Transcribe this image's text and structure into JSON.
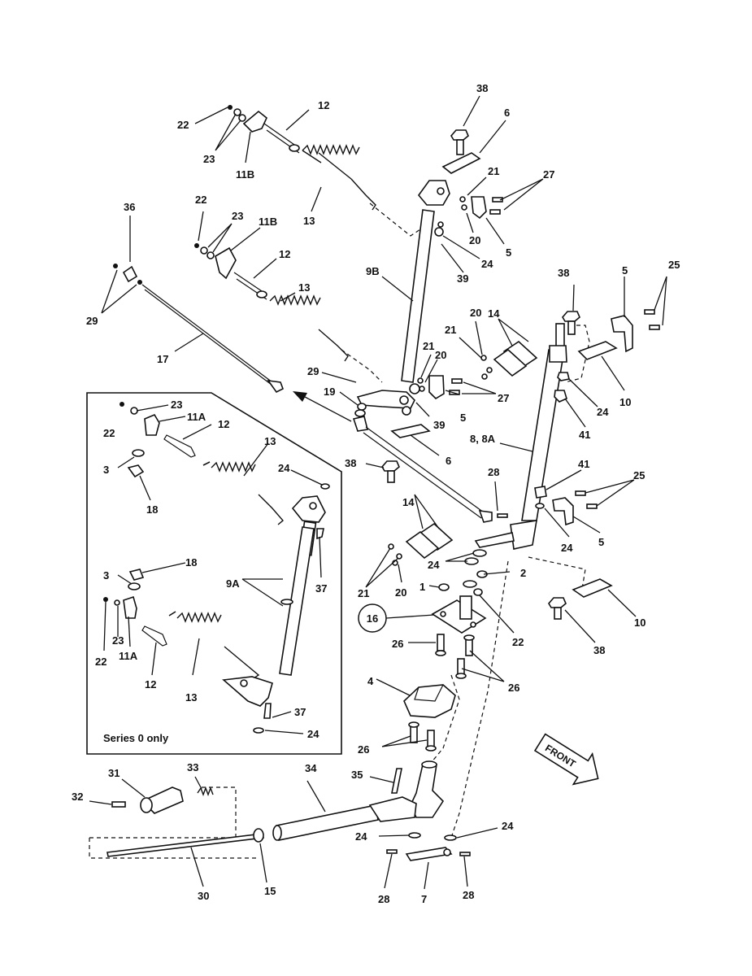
{
  "inset": {
    "caption": "Series 0 only"
  },
  "front": {
    "label": "FRONT"
  },
  "callout16": "16",
  "labels": {
    "l38a": "38",
    "l6a": "6",
    "l21a": "21",
    "l27a": "27",
    "l20a": "20",
    "l5a": "5",
    "l24a": "24",
    "l39a": "39",
    "l22a": "22",
    "l23a": "23",
    "l11Ba": "11B",
    "l12a": "12",
    "l13a": "13",
    "l22b": "22",
    "l23b": "23",
    "l11Bb": "11B",
    "l12b": "12",
    "l13b": "13",
    "l36": "36",
    "l29a": "29",
    "l9B": "9B",
    "l17": "17",
    "l29b": "29",
    "l19": "19",
    "l21b": "21",
    "l20b": "20",
    "l27b": "27",
    "l5b": "5",
    "l39b": "39",
    "l6b": "6",
    "l20c": "20",
    "l14a": "14",
    "l21c": "21",
    "l38b": "38",
    "l5c": "5",
    "l25a": "25",
    "l10a": "10",
    "l24b": "24",
    "l41a": "41",
    "l88A": "8, 8A",
    "l38c": "38",
    "l28a": "28",
    "l41b": "41",
    "l25b": "25",
    "l24c": "24",
    "l5d": "5",
    "l14b": "14",
    "l24d": "24",
    "l21d": "21",
    "l20d": "20",
    "l2": "2",
    "l1": "1",
    "l22c": "22",
    "l10b": "10",
    "l38d": "38",
    "l26a": "26",
    "l26b": "26",
    "l4": "4",
    "l26c": "26",
    "l22i1": "22",
    "l23i1": "23",
    "l11Ai1": "11A",
    "l12i1": "12",
    "l13i1": "13",
    "l24i1": "24",
    "l3i1": "3",
    "l18i1": "18",
    "l18i2": "18",
    "l3i2": "3",
    "l9A": "9A",
    "l37a": "37",
    "l22i2": "22",
    "l23i2": "23",
    "l11Ai2": "11A",
    "l12i2": "12",
    "l13i2": "13",
    "l37b": "37",
    "l24i2": "24",
    "l31": "31",
    "l33": "33",
    "l32": "32",
    "l34": "34",
    "l35": "35",
    "l24e": "24",
    "l24f": "24",
    "l30": "30",
    "l15": "15",
    "l28b": "28",
    "l7": "7",
    "l28c": "28"
  }
}
